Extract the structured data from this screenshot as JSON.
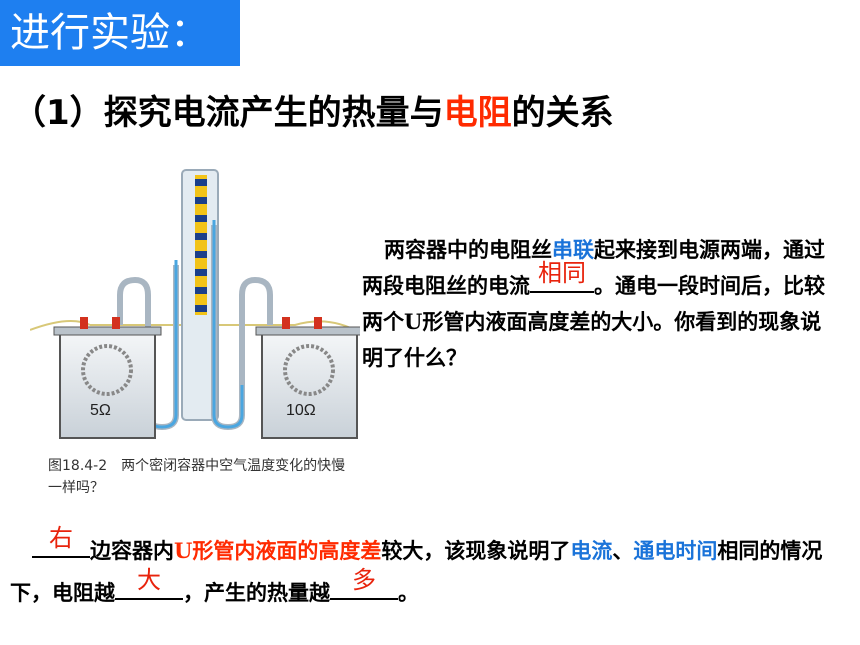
{
  "slide": {
    "title": "进行实验：",
    "heading": {
      "prefix": "（1）探究电流产生的热量与",
      "highlight": "电阻",
      "suffix": "的关系"
    },
    "description": {
      "part1": "两容器中的电阻丝",
      "highlight1": "串联",
      "part2": "起来接到电源两端，通过两段电阻丝的电流",
      "blank1_answer": "相同",
      "part3": "。通电一段时间后，比较两个U形管内液面高度差的大小。你看到的现象说明了什么？"
    },
    "figure": {
      "left_label": "5Ω",
      "right_label": "10Ω",
      "caption": "图18.4-2　两个密闭容器中空气温度变化的快慢一样吗？"
    },
    "conclusion": {
      "blank_answer_1": "右",
      "part1": "边容器内",
      "highlight_red": "U形管内液面的高度差",
      "part2": "较大，该现象说明了",
      "highlight_blue1": "电流",
      "sep": "、",
      "highlight_blue2": "通电时间",
      "part3": "相同的情况下，电阻越",
      "blank_answer_2": "大",
      "part4": "，产生的热量越",
      "blank_answer_3": "多",
      "part5": "。"
    },
    "colors": {
      "title_bg": "#1e7ff0",
      "highlight_red": "#ff2a00",
      "highlight_blue": "#1a73d9",
      "answer": "#e8230c"
    }
  }
}
